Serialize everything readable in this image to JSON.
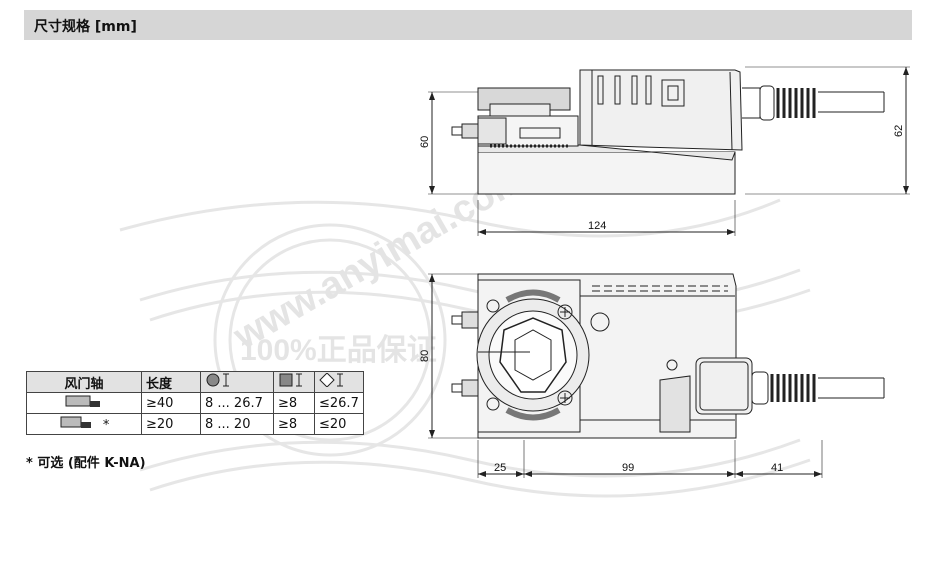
{
  "header": {
    "title": "尺寸规格 [mm]"
  },
  "dimensions": {
    "side_height_left": "60",
    "side_height_right": "62",
    "side_length": "124",
    "top_height": "80",
    "top_left": "25",
    "top_middle": "99",
    "top_right": "41"
  },
  "table": {
    "headers": [
      "风门轴",
      "长度"
    ],
    "icons": [
      "round-shaft-icon",
      "square-shaft-icon",
      "diamond-shaft-icon"
    ],
    "rows": [
      {
        "length": "≥40",
        "round": "8 ... 26.7",
        "square": "≥8",
        "diamond": "≤26.7",
        "star": ""
      },
      {
        "length": "≥20",
        "round": "8 ... 20",
        "square": "≥8",
        "diamond": "≤20",
        "star": "*"
      }
    ]
  },
  "footnote": "* 可选 (配件 K-NA)",
  "watermark": {
    "text": "www.anyimai.com",
    "text2": "100%正品保证"
  }
}
